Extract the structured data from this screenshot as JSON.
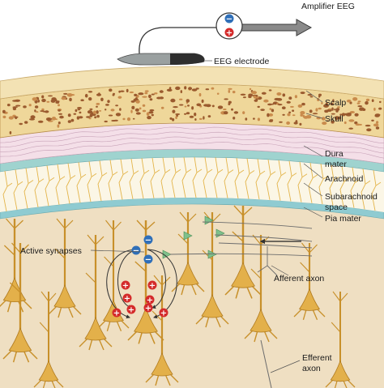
{
  "labels": {
    "amplifier": "Amplifier EEG",
    "electrode": "EEG electrode",
    "scalp": "Scalp",
    "skull": "Skull",
    "dura_1": "Dura",
    "dura_2": "mater",
    "arachnoid": "Arachnoid",
    "subarachnoid_1": "Subarachnoid",
    "subarachnoid_2": "space",
    "pia": "Pia mater",
    "active_synapses": "Active synapses",
    "afferent": "Afferent axon",
    "efferent_1": "Efferent",
    "efferent_2": "axon"
  },
  "symbols": {
    "minus": "−",
    "plus": "+"
  },
  "colors": {
    "scalp": "#f3e2b4",
    "skull": "#efd79a",
    "skull_pores": "#9a5a2e",
    "dura": "#f4dfe8",
    "arachnoid": "#9fd3cf",
    "subarachnoid": "#fbf6e6",
    "pia": "#8fcbd1",
    "cortex": "#efdfc2",
    "neuron": "#e3b04a",
    "synapse": "#7fc08c",
    "positive": "#d42a2a",
    "negative": "#2f6fb8",
    "lines": "#555555"
  },
  "icons": [
    "amplifier-icon",
    "electrode-icon",
    "arrow-right-icon"
  ]
}
